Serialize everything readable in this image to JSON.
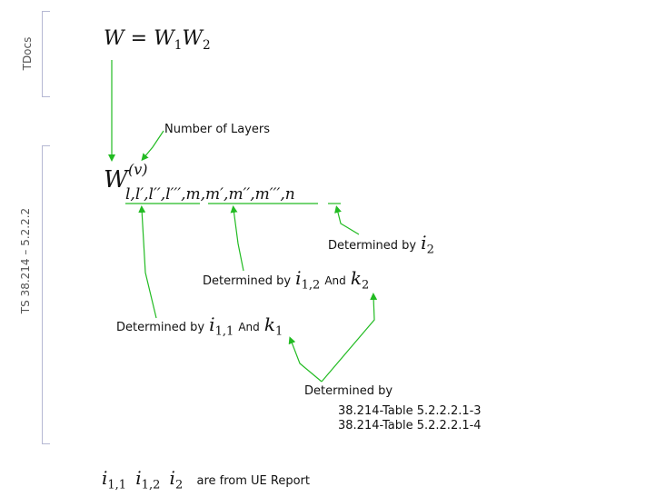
{
  "sections": {
    "tdocs": "TDocs",
    "ts": "TS 38.214 – 5.2.2.2"
  },
  "formula_top": {
    "lhs": "W",
    "eq": "=",
    "w1": "W",
    "w1_sub": "1",
    "w2": "W",
    "w2_sub": "2"
  },
  "main_formula": {
    "base": "W",
    "sup": "(v)",
    "sub_group1": "l,l′,l′′,l′′′",
    "sep1": ",",
    "sub_group2": "m,m′,m′′,m′′′",
    "sep2": ",",
    "sub_n": "n"
  },
  "annotations": {
    "layers": "Number of Layers",
    "det_i2_text": "Determined by",
    "det_i2_sym": "i",
    "det_i2_sub": "2",
    "det_m_text": "Determined by",
    "det_m_i": "i",
    "det_m_i_sub": "1,2",
    "det_m_and": "And",
    "det_m_k": "k",
    "det_m_k_sub": "2",
    "det_l_text": "Determined by",
    "det_l_i": "i",
    "det_l_i_sub": "1,1",
    "det_l_and": "And",
    "det_l_k": "k",
    "det_l_k_sub": "1",
    "det_tables": "Determined by",
    "table1": "38.214-Table 5.2.2.2.1-3",
    "table2": "38.214-Table 5.2.2.2.1-4"
  },
  "footer": {
    "i11": "i",
    "i11_sub": "1,1",
    "i12": "i",
    "i12_sub": "1,2",
    "i2": "i",
    "i2_sub": "2",
    "note": "are from UE Report"
  },
  "colors": {
    "arrow": "#22bb22",
    "bracket": "#b5b8d3"
  }
}
